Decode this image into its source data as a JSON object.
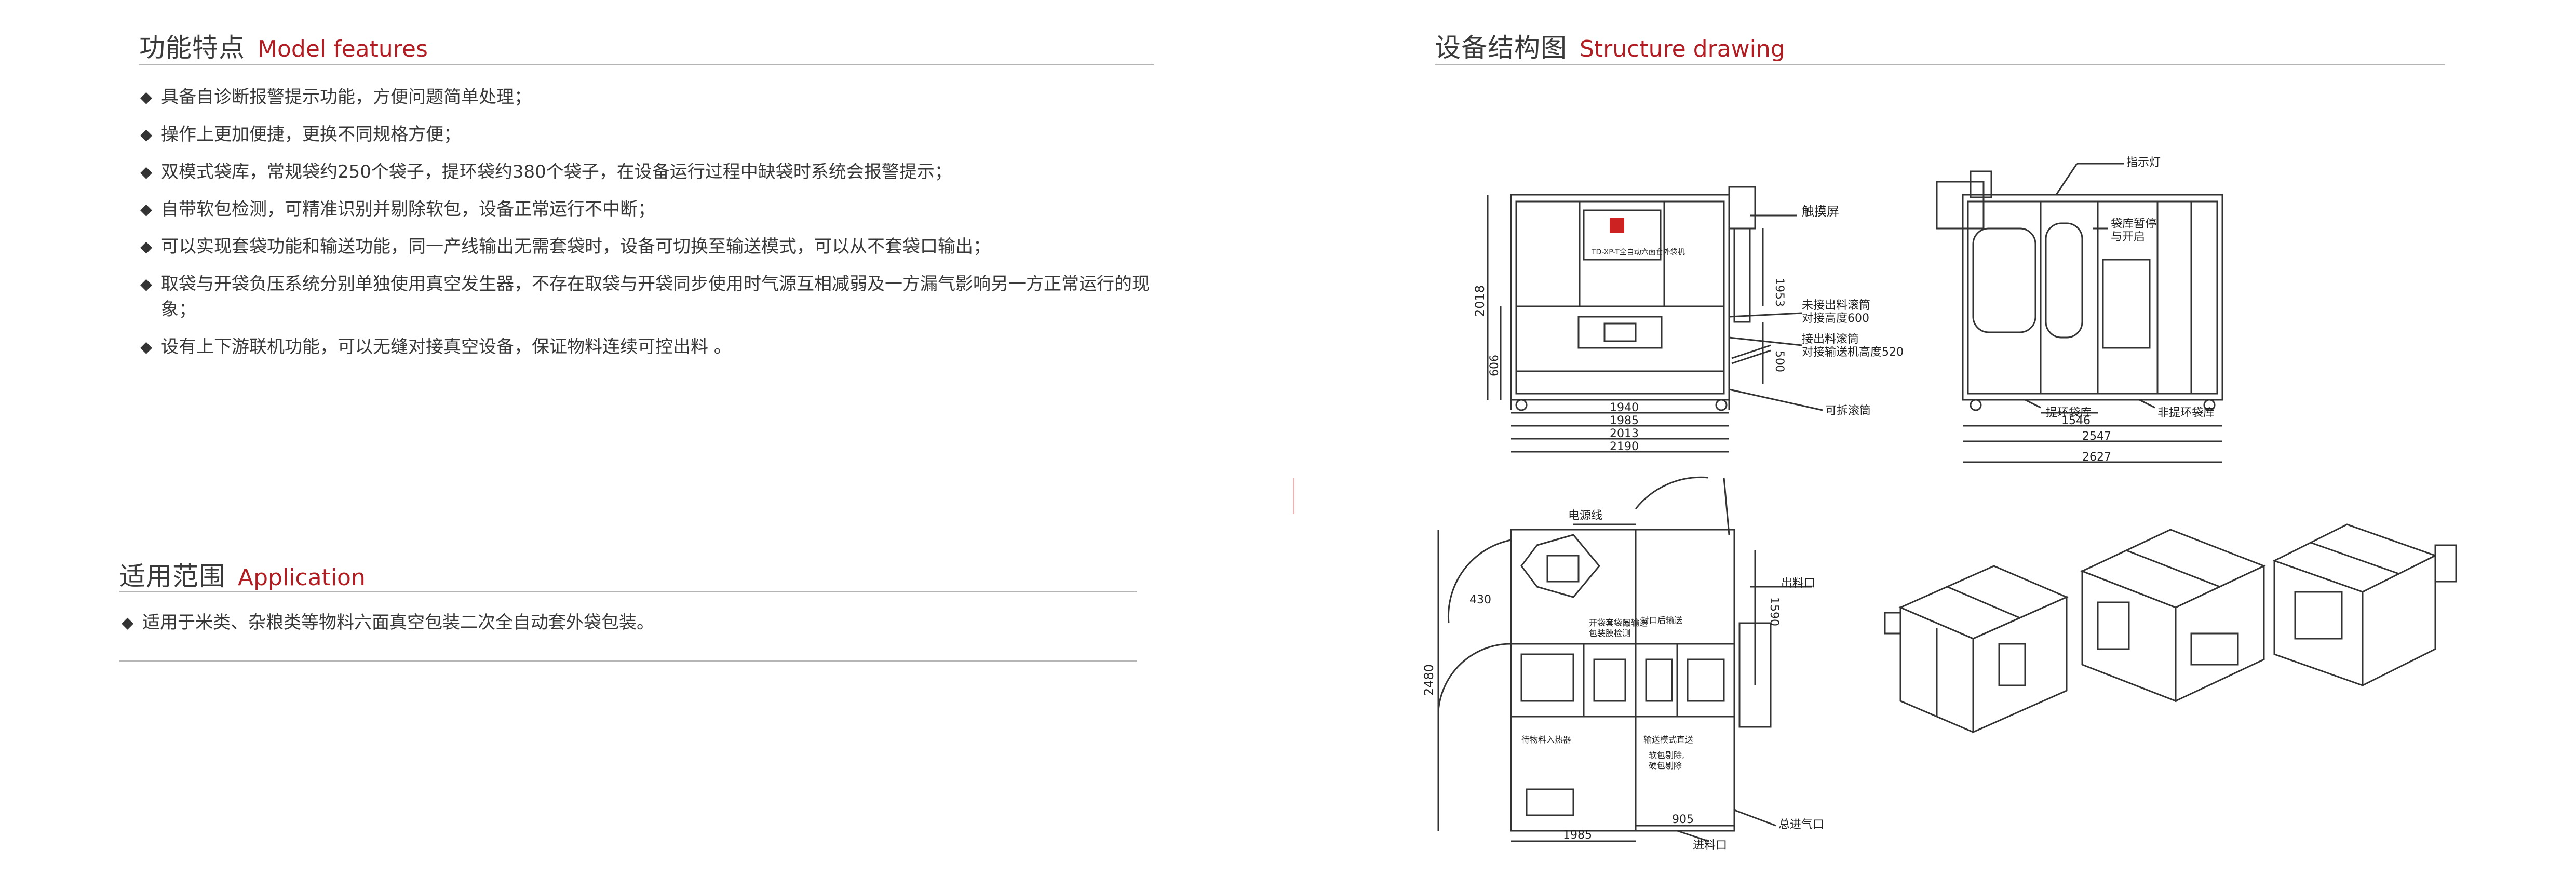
{
  "features": {
    "title_zh": "功能特点",
    "title_en": "Model features",
    "items": [
      "具备自诊断报警提示功能，方便问题简单处理；",
      "操作上更加便捷，更换不同规格方便；",
      "双模式袋库，常规袋约250个袋子，提环袋约380个袋子，在设备运行过程中缺袋时系统会报警提示；",
      "自带软包检测，可精准识别并剔除软包，设备正常运行不中断；",
      "可以实现套袋功能和输送功能，同一产线输出无需套袋时，设备可切换至输送模式，可以从不套袋口输出；",
      "取袋与开袋负压系统分别单独使用真空发生器，不存在取袋与开袋同步使用时气源互相减弱及一方漏气影响另一方正常运行的现象；",
      "设有上下游联机功能，可以无缝对接真空设备，保证物料连续可控出料 。"
    ]
  },
  "application": {
    "title_zh": "适用范围",
    "title_en": "Application",
    "items": [
      "适用于米类、杂粮类等物料六面真空包装二次全自动套外袋包装。"
    ]
  },
  "structure": {
    "title_zh": "设备结构图",
    "title_en": "Structure drawing",
    "front": {
      "machine_label": "TD-XP-T全自动六面套外袋机",
      "callouts": [
        "触摸屏",
        "未接出料滚筒",
        "对接高度600",
        "接出料滚筒",
        "对接输送机高度520",
        "可拆滚筒"
      ],
      "dims": [
        "2018",
        "606",
        "1953",
        "500",
        "1940",
        "1985",
        "2013",
        "2190"
      ]
    },
    "side": {
      "callouts": [
        "指示灯",
        "袋库暂停",
        "与开启",
        "提环袋库",
        "非提环袋库"
      ],
      "dims": [
        "1546",
        "2547",
        "2627"
      ]
    },
    "top": {
      "callouts": [
        "电源线",
        "出料口",
        "总进气口",
        "进料口",
        "待物料入热器",
        "输送模式直送",
        "软包剔除,",
        "硬包剔除",
        "封口后输送",
        "开袋套袋与",
        "包装膜检测",
        "回输送"
      ],
      "dims": [
        "430",
        "2480",
        "1590",
        "905",
        "1985"
      ]
    }
  }
}
